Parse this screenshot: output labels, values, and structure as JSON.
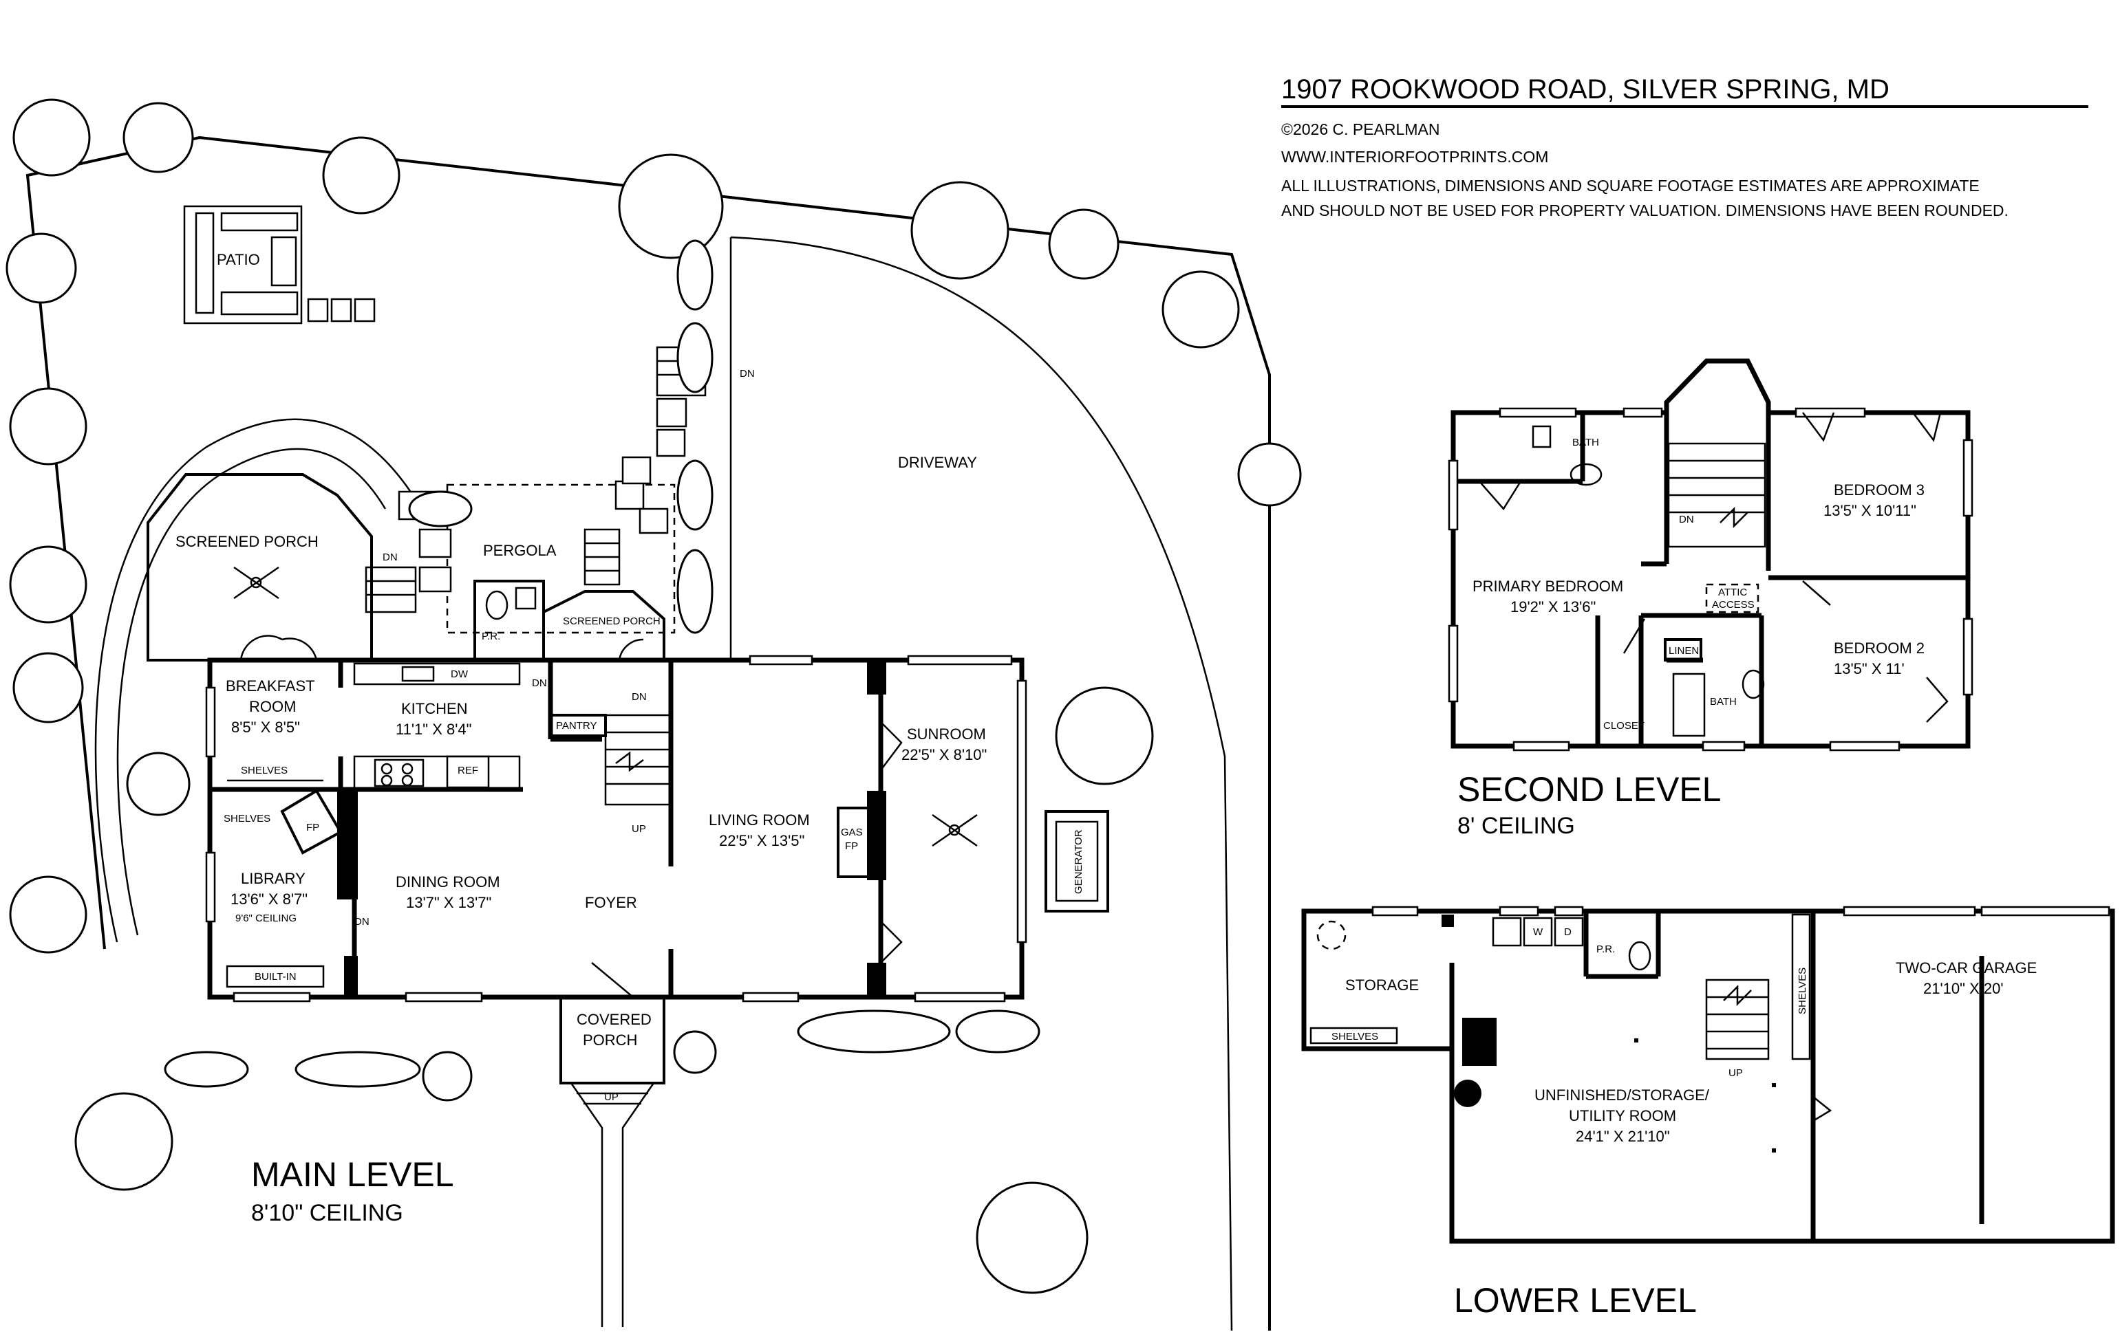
{
  "header": {
    "address": "1907 ROOKWOOD ROAD, SILVER SPRING, MD",
    "copyright": "©2026 C. PEARLMAN",
    "website": "WWW.INTERIORFOOTPRINTS.COM",
    "disclaimer_1": "ALL ILLUSTRATIONS, DIMENSIONS AND SQUARE FOOTAGE ESTIMATES ARE APPROXIMATE",
    "disclaimer_2": "AND  SHOULD NOT BE USED FOR PROPERTY VALUATION. DIMENSIONS HAVE BEEN ROUNDED."
  },
  "main_level": {
    "title": "MAIN LEVEL",
    "ceiling": "8'10\" CEILING",
    "site": {
      "patio": "PATIO",
      "driveway": "DRIVEWAY",
      "pergola": "PERGOLA",
      "screened_porch_large": "SCREENED PORCH",
      "screened_porch_small": "SCREENED PORCH",
      "covered_porch_1": "COVERED",
      "covered_porch_2": "PORCH",
      "generator": "GENERATOR"
    },
    "rooms": {
      "breakfast_name_1": "BREAKFAST",
      "breakfast_name_2": "ROOM",
      "breakfast_dim": "8'5\" X 8'5\"",
      "kitchen_name": "KITCHEN",
      "kitchen_dim": "11'1\" X 8'4\"",
      "library_name": "LIBRARY",
      "library_dim": "13'6\" X 8'7\"",
      "library_ceiling": "9'6\" CEILING",
      "dining_name": "DINING ROOM",
      "dining_dim": "13'7\" X 13'7\"",
      "foyer_name": "FOYER",
      "living_name": "LIVING ROOM",
      "living_dim": "22'5\" X 13'5\"",
      "sunroom_name": "SUNROOM",
      "sunroom_dim": "22'5\" X 8'10\""
    },
    "labels": {
      "pr": "P.R.",
      "dw": "DW",
      "ref": "REF",
      "pantry": "PANTRY",
      "shelves_1": "SHELVES",
      "shelves_2": "SHELVES",
      "fp": "FP",
      "gas": "GAS",
      "gas_fp": "FP",
      "built_in": "BUILT-IN",
      "dn": "DN",
      "up": "UP"
    }
  },
  "second_level": {
    "title": "SECOND LEVEL",
    "ceiling": "8' CEILING",
    "rooms": {
      "primary_name": "PRIMARY BEDROOM",
      "primary_dim": "19'2\" X 13'6\"",
      "bedroom3_name": "BEDROOM 3",
      "bedroom3_dim": "13'5\" X 10'11\"",
      "bedroom2_name": "BEDROOM 2",
      "bedroom2_dim": "13'5\" X 11'"
    },
    "labels": {
      "bath_1": "BATH",
      "bath_2": "BATH",
      "dn": "DN",
      "attic_1": "ATTIC",
      "attic_2": "ACCESS",
      "linen": "LINEN",
      "closet": "CLOSET"
    }
  },
  "lower_level": {
    "title": "LOWER LEVEL",
    "rooms": {
      "storage_name": "STORAGE",
      "utility_name_1": "UNFINISHED/STORAGE/",
      "utility_name_2": "UTILITY ROOM",
      "utility_dim": "24'1\" X 21'10\"",
      "garage_name": "TWO-CAR GARAGE",
      "garage_dim": "21'10\" X 20'"
    },
    "labels": {
      "shelves_1": "SHELVES",
      "shelves_2": "SHELVES",
      "w": "W",
      "d": "D",
      "pr": "P.R.",
      "up": "UP"
    }
  }
}
